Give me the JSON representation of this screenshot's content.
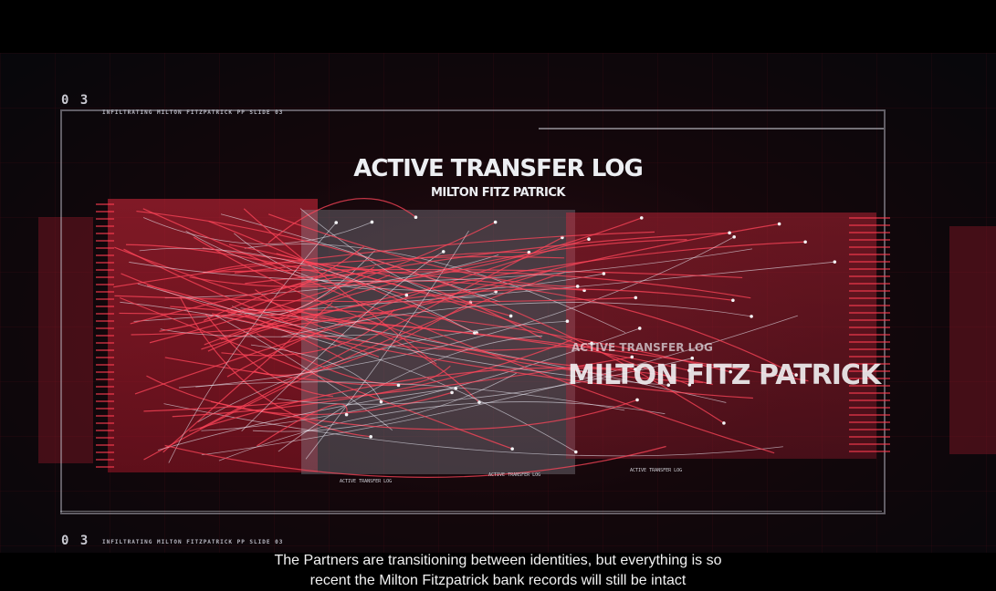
{
  "hud": {
    "slide_number_top": "0 3",
    "slide_caption_top": "INFILTRATING MILTON FITZPATRICK PP SLIDE 03",
    "slide_number_bottom": "0 3",
    "slide_caption_bottom": "INFILTRATING MILTON FITZPATRICK PP SLIDE 03"
  },
  "main": {
    "title": "ACTIVE TRANSFER LOG",
    "subtitle": "MILTON FITZ PATRICK",
    "overlay_name": "MILTON FITZ PATRICK",
    "footer_labels": [
      "ACTIVE TRANSFER LOG",
      "ACTIVE TRANSFER LOG",
      "ACTIVE TRANSFER LOG"
    ]
  },
  "colors": {
    "accent_red": "#e0283c",
    "frame": "#c8c8d2",
    "background": "#07070b"
  },
  "caption": {
    "line1": "The Partners are transitioning between identities, but everything is so",
    "line2": "recent the Milton  Fitzpatrick bank records will still be intact"
  }
}
